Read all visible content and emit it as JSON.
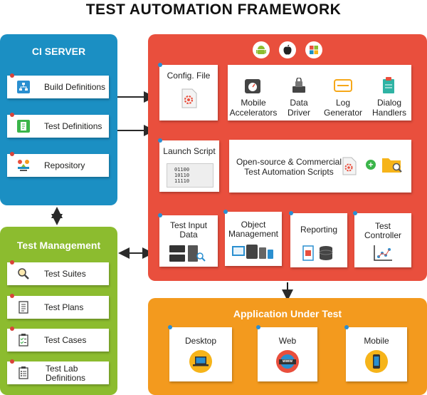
{
  "title": "TEST AUTOMATION FRAMEWORK",
  "ci_server": {
    "title": "CI SERVER",
    "items": [
      {
        "label": "Build Definitions",
        "icon": "build-definitions-icon"
      },
      {
        "label": "Test Definitions",
        "icon": "test-definitions-icon"
      },
      {
        "label": "Repository",
        "icon": "repository-icon"
      }
    ]
  },
  "test_management": {
    "title": "Test Management",
    "items": [
      {
        "label": "Test Suites",
        "icon": "magnifier-icon"
      },
      {
        "label": "Test Plans",
        "icon": "document-icon"
      },
      {
        "label": "Test Cases",
        "icon": "checklist-icon"
      },
      {
        "label": "Test Lab Definitions",
        "label_lines": [
          "Test Lab",
          "Definitions"
        ],
        "icon": "lab-list-icon"
      }
    ]
  },
  "framework": {
    "os_icons": [
      "android-icon",
      "apple-icon",
      "windows-icon"
    ],
    "config_file": "Config. File",
    "launch_script": "Launch Script",
    "binary_lines": [
      "01100",
      "10110",
      "11110"
    ],
    "drivers": [
      {
        "lines": [
          "Mobile",
          "Accelerators"
        ],
        "icon": "gauge-icon"
      },
      {
        "lines": [
          "Data",
          "Driver"
        ],
        "icon": "lock-drive-icon"
      },
      {
        "lines": [
          "Log",
          "Generator"
        ],
        "icon": "log-generator-icon"
      },
      {
        "lines": [
          "Dialog",
          "Handlers"
        ],
        "icon": "dialog-icon"
      }
    ],
    "scripts_lines": [
      "Open-source & Commercial",
      "Test Automation Scripts"
    ],
    "plus_sign": "+",
    "modules": [
      {
        "lines": [
          "Test Input",
          "Data"
        ],
        "icon": "server-icon"
      },
      {
        "lines": [
          "Object",
          "Management"
        ],
        "icon": "devices-icon"
      },
      {
        "lines": [
          "Reporting"
        ],
        "icon": "reporting-icon"
      },
      {
        "lines": [
          "Test",
          "Controller"
        ],
        "icon": "scatter-chart-icon"
      }
    ]
  },
  "aut": {
    "title": "Application Under Test",
    "targets": [
      {
        "label": "Desktop",
        "icon": "laptop-icon",
        "badge": ""
      },
      {
        "label": "Web",
        "icon": "www-globe-icon",
        "badge": "www"
      },
      {
        "label": "Mobile",
        "icon": "phone-icon",
        "badge": ""
      }
    ]
  },
  "colors": {
    "ci": "#1b8fc3",
    "test_management": "#8cbc2f",
    "framework": "#e94f3d",
    "aut": "#f39a1e"
  }
}
